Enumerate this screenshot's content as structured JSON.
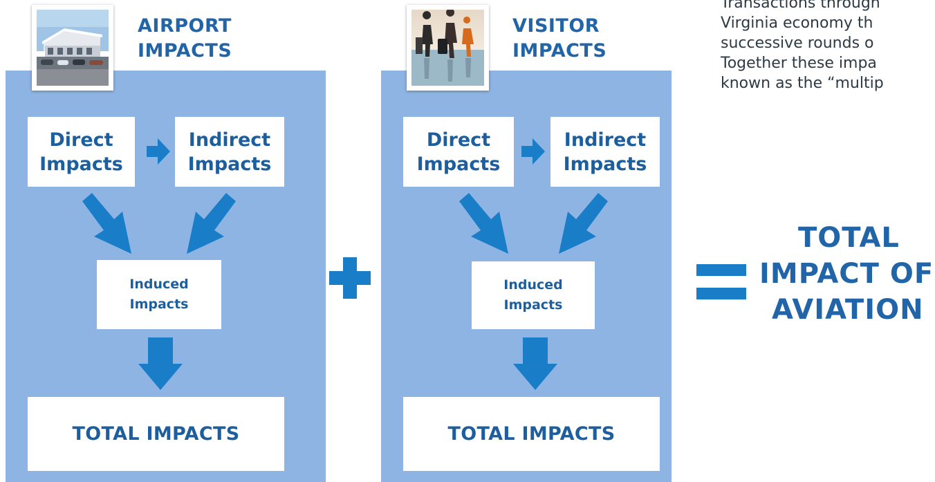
{
  "body_text": [
    "Transactions through",
    "Virginia economy th",
    "successive rounds o",
    "Together these impa",
    "known as the “multip"
  ],
  "panels": [
    {
      "heading_line1": "AIRPORT",
      "heading_line2": "IMPACTS",
      "direct_l1": "Direct",
      "direct_l2": "Impacts",
      "indirect_l1": "Indirect",
      "indirect_l2": "Impacts",
      "induced_l1": "Induced",
      "induced_l2": "Impacts",
      "total": "TOTAL IMPACTS"
    },
    {
      "heading_line1": "VISITOR",
      "heading_line2": "IMPACTS",
      "direct_l1": "Direct",
      "direct_l2": "Impacts",
      "indirect_l1": "Indirect",
      "indirect_l2": "Impacts",
      "induced_l1": "Induced",
      "induced_l2": "Impacts",
      "total": "TOTAL IMPACTS"
    }
  ],
  "result": {
    "line1": "TOTAL",
    "line2": "IMPACT OF",
    "line3": "AVIATION"
  },
  "colors": {
    "panel": "#8eb4e3",
    "accent": "#1a7dc8",
    "heading": "#2165a8"
  }
}
